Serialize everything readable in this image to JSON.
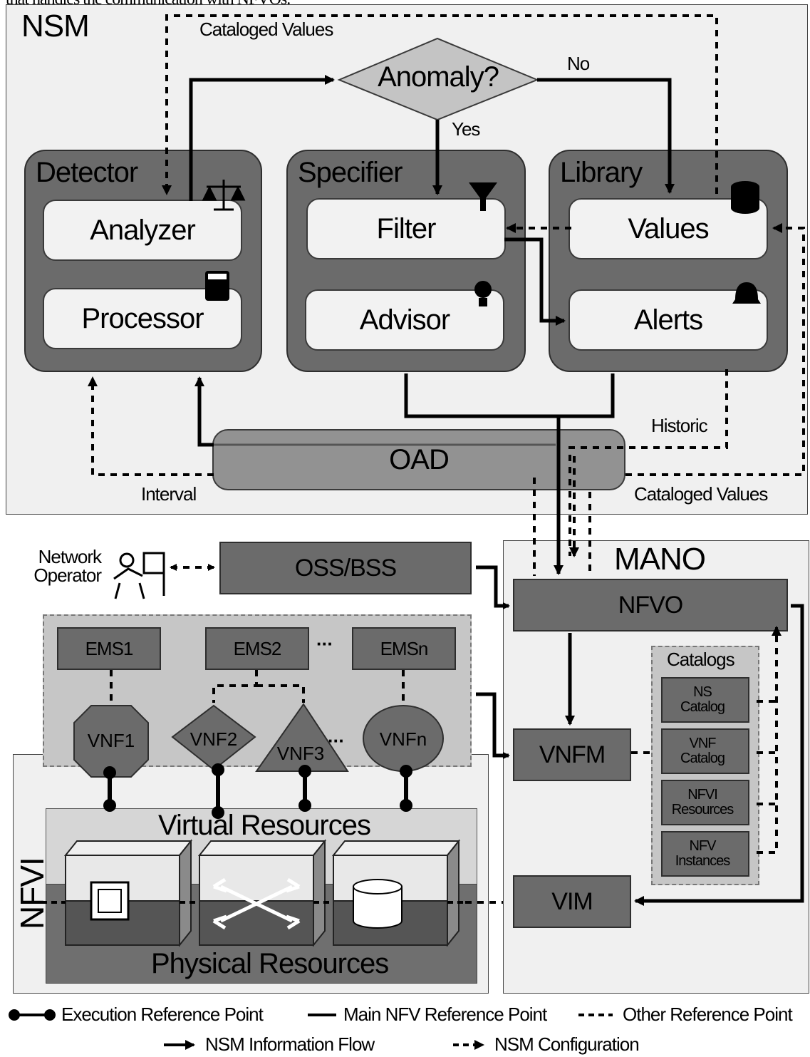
{
  "header_text": "that handles the communication with NFVOs.",
  "nsm": {
    "title": "NSM",
    "cataloged_values_top": "Cataloged Values",
    "decision": "Anomaly?",
    "no_label": "No",
    "yes_label": "Yes",
    "detector": {
      "title": "Detector",
      "analyzer": "Analyzer",
      "processor": "Processor"
    },
    "specifier": {
      "title": "Specifier",
      "filter": "Filter",
      "advisor": "Advisor"
    },
    "library": {
      "title": "Library",
      "values": "Values",
      "alerts": "Alerts"
    },
    "historic_label": "Historic",
    "oad": "OAD",
    "interval_label": "Interval",
    "cataloged_values_bottom": "Cataloged Values"
  },
  "operator": {
    "line1": "Network",
    "line2": "Operator"
  },
  "oss_bss": "OSS/BSS",
  "mano": {
    "title": "MANO",
    "nfvo": "NFVO",
    "vnfm": "VNFM",
    "vim": "VIM",
    "catalogs": {
      "title": "Catalogs",
      "items": [
        {
          "line1": "NS",
          "line2": "Catalog"
        },
        {
          "line1": "VNF",
          "line2": "Catalog"
        },
        {
          "line1": "NFVI",
          "line2": "Resources"
        },
        {
          "line1": "NFV",
          "line2": "Instances"
        }
      ]
    }
  },
  "vnf_layer": {
    "ems": [
      "EMS1",
      "EMS2",
      "EMSn"
    ],
    "ellipsis": "···",
    "vnfs": [
      "VNF1",
      "VNF2",
      "VNF3",
      "VNFn"
    ]
  },
  "nfvi": {
    "title": "NFVI",
    "virtual": "Virtual Resources",
    "physical": "Physical Resources"
  },
  "legend": {
    "execution": "Execution Reference Point",
    "main": "Main NFV Reference Point",
    "other": "Other Reference Point",
    "info_flow": "NSM Information Flow",
    "config": "NSM Configuration"
  },
  "colors": {
    "module_fill": "#6b6b6b",
    "sub_fill": "#f2f2f2",
    "frame_fill": "#f0f0f0",
    "area_fill": "#c6c6c6"
  }
}
